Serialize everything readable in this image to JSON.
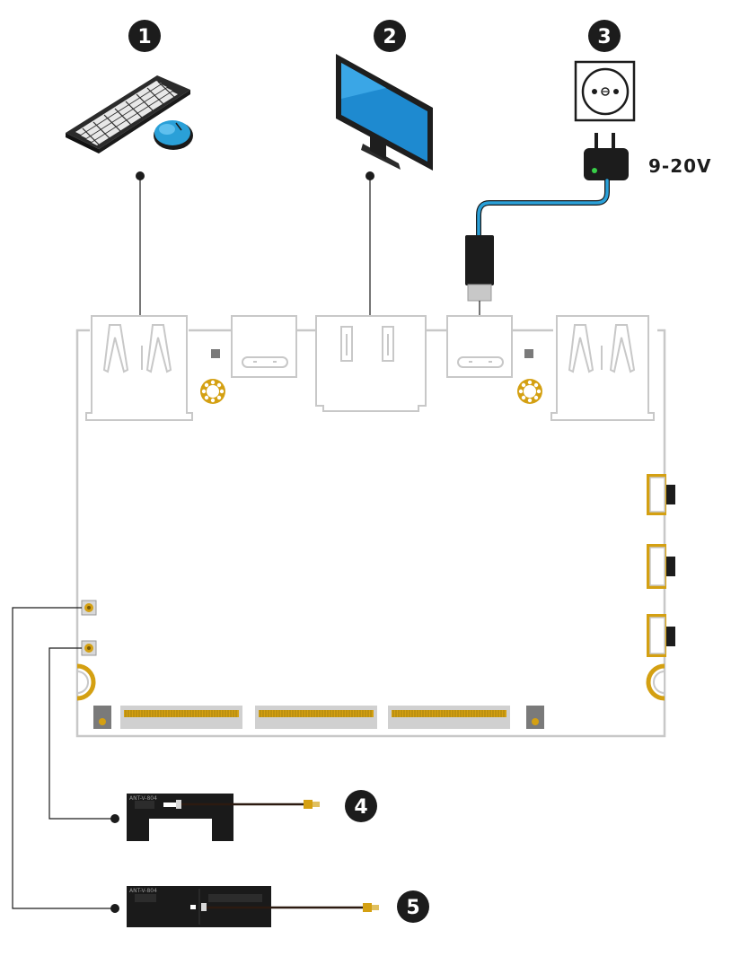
{
  "steps": [
    {
      "number": "1",
      "device": "keyboard-mouse"
    },
    {
      "number": "2",
      "device": "monitor"
    },
    {
      "number": "3",
      "device": "power-outlet"
    },
    {
      "number": "4",
      "device": "antenna"
    },
    {
      "number": "5",
      "device": "antenna"
    }
  ],
  "power": {
    "voltage": "9-20V"
  },
  "antennas": [
    {
      "label": "ANT-V-804"
    },
    {
      "label": "ANT-V-804"
    }
  ],
  "colors": {
    "outline": "#c8c8c8",
    "gold": "#d4a012",
    "cable_blue": "#2aa0d8",
    "screen_blue": "#1e8ad0",
    "dark": "#1c1c1c"
  }
}
